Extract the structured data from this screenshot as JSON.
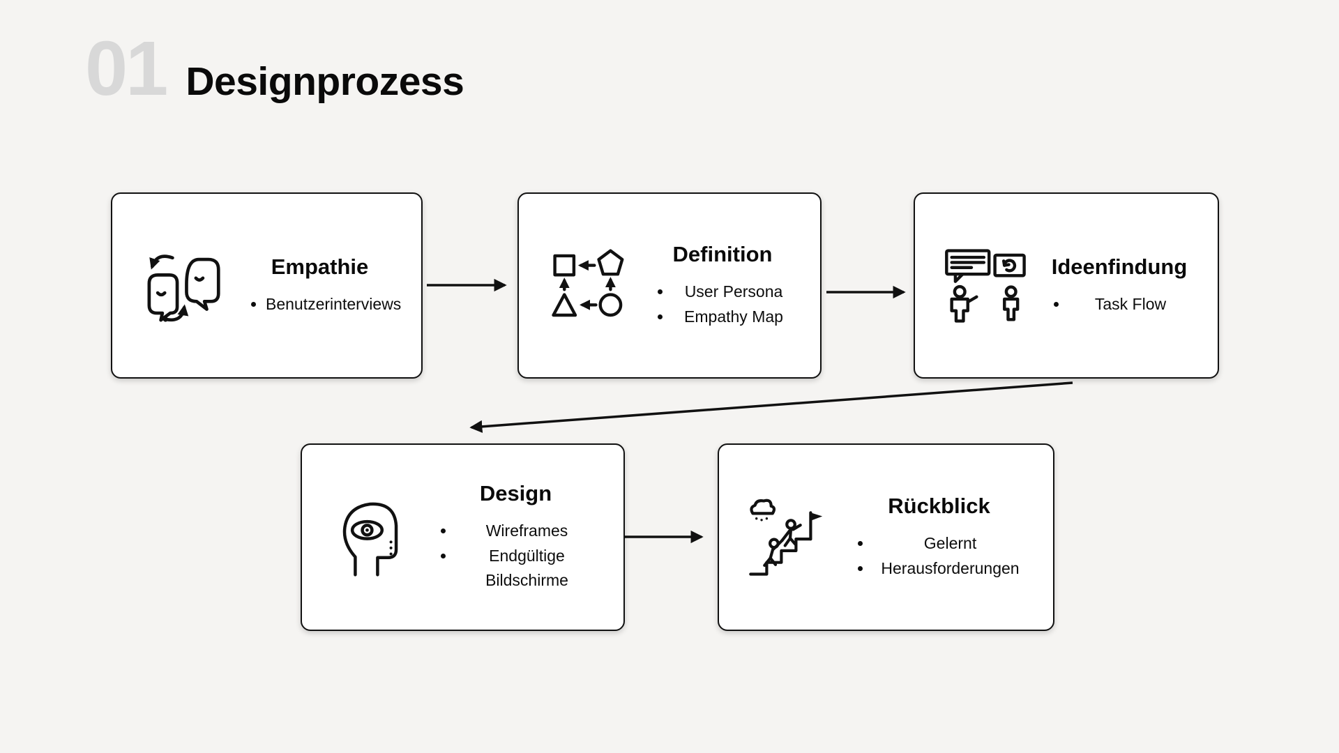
{
  "header": {
    "number": "01",
    "title": "Designprozess"
  },
  "cards": [
    {
      "id": "empathie",
      "title": "Empathie",
      "icon": "conversation-profiles-icon",
      "bullets": [
        "Benutzerinterviews"
      ]
    },
    {
      "id": "definition",
      "title": "Definition",
      "icon": "shapes-mapping-icon",
      "bullets": [
        "User Persona",
        "Empathy Map"
      ]
    },
    {
      "id": "ideenfindung",
      "title": "Ideenfindung",
      "icon": "team-discussion-icon",
      "bullets": [
        "Task Flow"
      ]
    },
    {
      "id": "design",
      "title": "Design",
      "icon": "head-eye-icon",
      "bullets": [
        "Wireframes",
        "Endgültige Bildschirme"
      ]
    },
    {
      "id": "rueckblick",
      "title": "Rückblick",
      "icon": "climbing-flag-icon",
      "bullets": [
        "Gelernt",
        "Herausforderungen"
      ]
    }
  ],
  "flow": {
    "connections": [
      "Empathie -> Definition",
      "Definition -> Ideenfindung",
      "Ideenfindung -> Design",
      "Design -> Rückblick"
    ]
  },
  "colors": {
    "background": "#f5f4f2",
    "card_background": "#ffffff",
    "card_border": "#111111",
    "accent_number": "#d8d8d8",
    "text": "#0d0d0d"
  }
}
